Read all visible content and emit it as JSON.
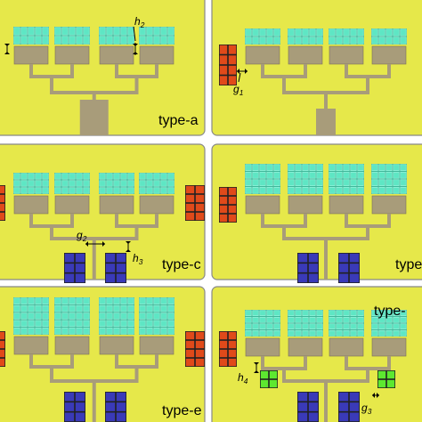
{
  "colors": {
    "background": "#ffffff",
    "substrate": "#e6e84a",
    "feed_network": "#a89c7a",
    "patch_grid": "#5ee6c4",
    "patch_grid_dark": "#41b89a",
    "parasitic_red": "#e04a1a",
    "parasitic_blue": "#3a3ab8",
    "parasitic_green": "#5de830",
    "panel_border": "#888888",
    "annotation": "#000000"
  },
  "panels": [
    {
      "id": "a",
      "label": "type-a",
      "annotations": [
        "h2"
      ]
    },
    {
      "id": "b",
      "label": "",
      "annotations": [
        "g1"
      ]
    },
    {
      "id": "c",
      "label": "type-c",
      "annotations": [
        "g2",
        "h3"
      ]
    },
    {
      "id": "d",
      "label": "type-",
      "annotations": []
    },
    {
      "id": "e",
      "label": "type-e",
      "annotations": []
    },
    {
      "id": "f",
      "label": "",
      "annotations": [
        "h4",
        "g3"
      ]
    }
  ],
  "annotation_labels": {
    "h2": {
      "base": "h",
      "sub": "2"
    },
    "g1": {
      "base": "g",
      "sub": "1"
    },
    "g2": {
      "base": "g",
      "sub": "2"
    },
    "h3": {
      "base": "h",
      "sub": "3"
    },
    "h4": {
      "base": "h",
      "sub": "4"
    },
    "g3": {
      "base": "g",
      "sub": "3"
    }
  }
}
